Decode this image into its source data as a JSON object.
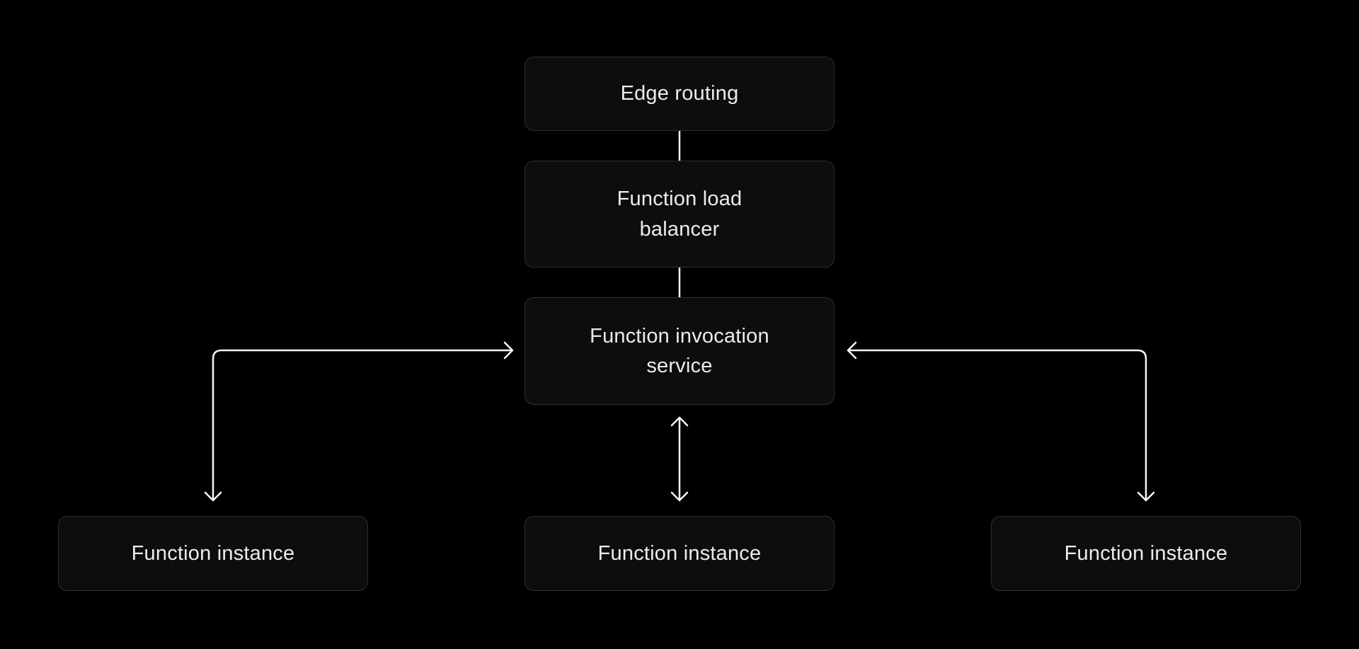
{
  "colors": {
    "background": "#000000",
    "node_fill": "#0d0d0d",
    "node_border": "#2f2f2f",
    "node_text": "#ececec",
    "connector": "#f5f5f5"
  },
  "nodes": [
    {
      "id": "edge-routing",
      "label": "Edge routing"
    },
    {
      "id": "function-load-balancer",
      "label": "Function load balancer"
    },
    {
      "id": "function-invocation-service",
      "label": "Function invocation service"
    },
    {
      "id": "function-instance-left",
      "label": "Function instance"
    },
    {
      "id": "function-instance-middle",
      "label": "Function instance"
    },
    {
      "id": "function-instance-right",
      "label": "Function instance"
    }
  ],
  "edges": [
    {
      "from": "edge-routing",
      "to": "function-load-balancer",
      "type": "line"
    },
    {
      "from": "function-load-balancer",
      "to": "function-invocation-service",
      "type": "line"
    },
    {
      "from": "function-invocation-service",
      "to": "function-instance-middle",
      "type": "double-arrow"
    },
    {
      "from": "function-instance-left",
      "to": "function-invocation-service",
      "type": "double-arrow-elbow"
    },
    {
      "from": "function-instance-right",
      "to": "function-invocation-service",
      "type": "double-arrow-elbow"
    }
  ]
}
